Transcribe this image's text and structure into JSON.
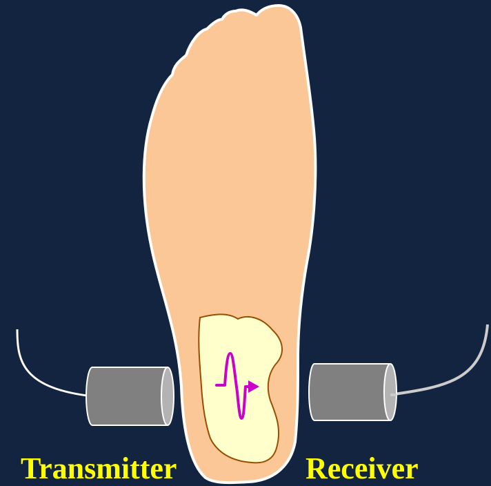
{
  "labels": {
    "transmitter": "Transmitter",
    "receiver": "Receiver"
  },
  "colors": {
    "background": "#12243f",
    "skin": "#fcc796",
    "bone": "#ffffcc",
    "bone_outline": "#994d00",
    "wave": "#cc00cc",
    "transducer_body": "#808080",
    "transducer_face": "#b3b3b3",
    "outline": "#ffffff",
    "label": "#ffff00"
  },
  "icons": {
    "foot": "foot-silhouette",
    "heel_bone": "calcaneus-bone",
    "transmitter": "cylindrical-transducer",
    "receiver": "cylindrical-transducer",
    "pulse": "ultrasound-pulse-arrow"
  }
}
